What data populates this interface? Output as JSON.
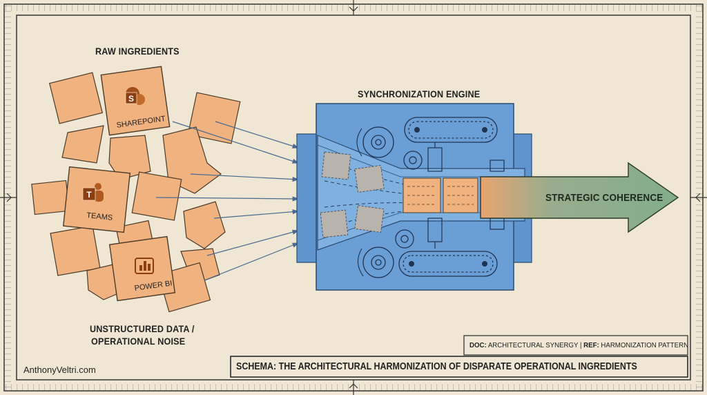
{
  "headings": {
    "raw": "RAW INGREDIENTS",
    "engine": "SYNCHRONIZATION ENGINE",
    "unstructured_line1": "UNSTRUCTURED DATA /",
    "unstructured_line2": "OPERATIONAL NOISE"
  },
  "apps": {
    "sharepoint": {
      "label": "SHAREPOINT",
      "letter": "S",
      "icon": "sharepoint-logo-icon"
    },
    "teams": {
      "label": "TEAMS",
      "letter": "T",
      "icon": "teams-logo-icon"
    },
    "powerbi": {
      "label": "POWER BI",
      "icon": "power-bi-logo-icon"
    }
  },
  "output": {
    "label": "STRATEGIC COHERENCE"
  },
  "doc": {
    "doc_key": "DOC:",
    "doc_value": "ARCHITECTURAL SYNERGY",
    "separator": "|",
    "ref_key": "REF:",
    "ref_value": "HARMONIZATION PATTERN"
  },
  "schema_title": "SCHEMA: THE ARCHITECTURAL HARMONIZATION OF DISPARATE OPERATIONAL INGREDIENTS",
  "credit": "AnthonyVeltri.com",
  "colors": {
    "paper": "#efe7d3",
    "ingredient": "#f0b27e",
    "engine": "#5f95cf",
    "arrow": "#86ad8c",
    "ink": "#2a2a2a"
  }
}
